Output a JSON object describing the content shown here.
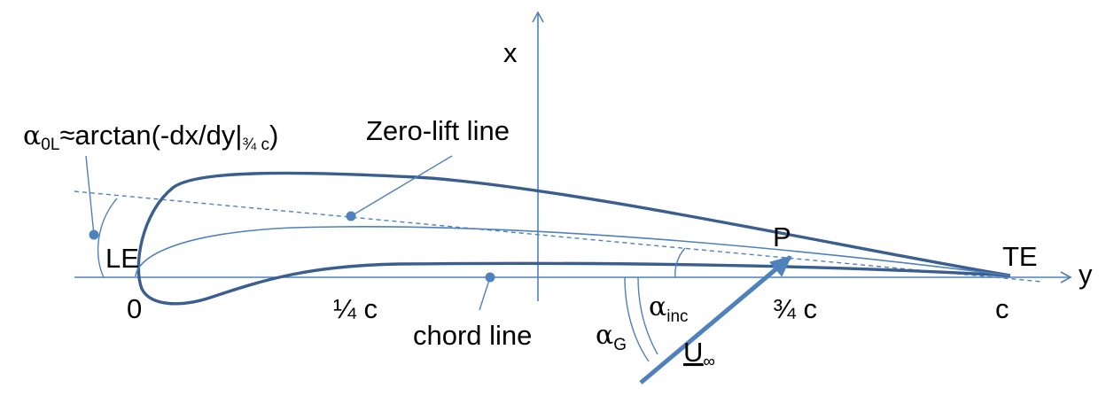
{
  "labels": {
    "x_axis": "x",
    "y_axis": "y",
    "zero_lift_line": "Zero-lift line",
    "chord_line": "chord line",
    "leading_edge": "LE",
    "trailing_edge": "TE",
    "point_p": "P",
    "origin": "0",
    "quarter_chord": "¼  c",
    "three_quarter_chord": "¾ c",
    "chord_end": "c"
  },
  "formula": {
    "alpha": "α",
    "sub": "0L",
    "body": "≈arctan(-dx/dy|",
    "eval_sub": "¾ c",
    "close": ")"
  },
  "angles": {
    "alpha_inc": {
      "symbol": "α",
      "sub": "inc"
    },
    "alpha_g": {
      "symbol": "α",
      "sub": "G"
    }
  },
  "velocity": {
    "symbol": "U",
    "sub": "∞"
  },
  "colors": {
    "line": "#4f81bd",
    "profile": "#3a5f8f",
    "text": "#000000"
  }
}
